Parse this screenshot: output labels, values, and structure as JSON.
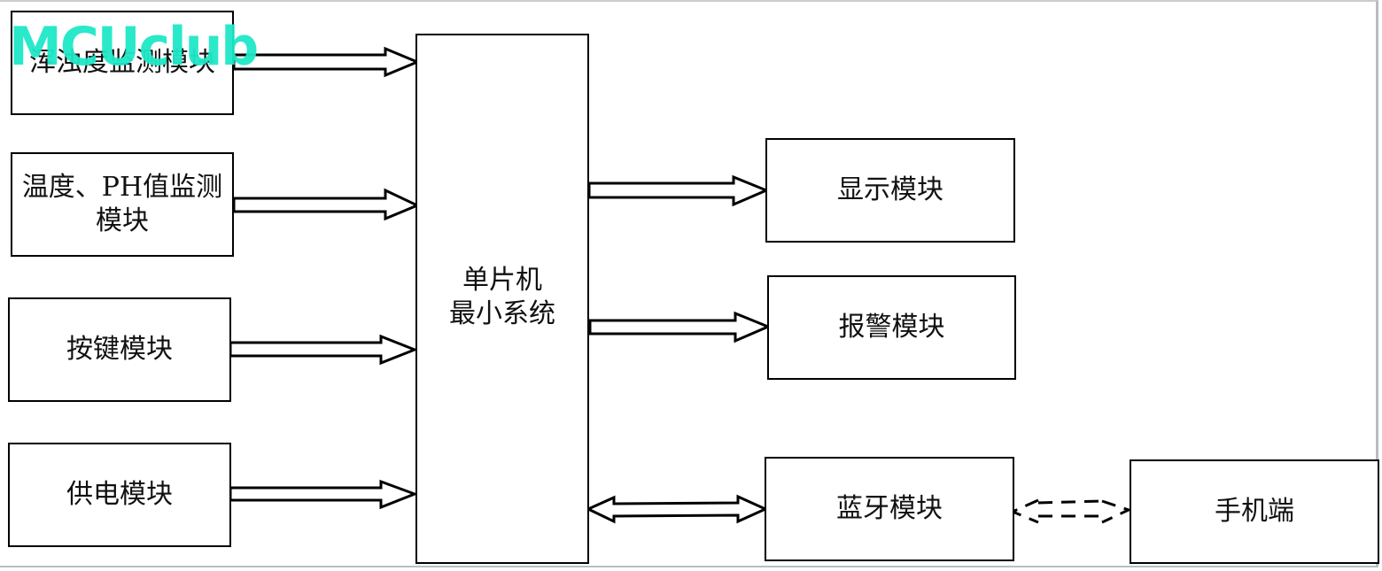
{
  "diagram": {
    "title": "",
    "inputs": [
      {
        "id": "turbidity",
        "label": "浑浊度监测模块"
      },
      {
        "id": "temp_ph",
        "label": "温度、PH值监测\n模块"
      },
      {
        "id": "keys",
        "label": "按键模块"
      },
      {
        "id": "power",
        "label": "供电模块"
      }
    ],
    "controller": {
      "id": "mcu",
      "label": "单片机\n最小系统"
    },
    "outputs": [
      {
        "id": "display",
        "label": "显示模块"
      },
      {
        "id": "alarm",
        "label": "报警模块"
      },
      {
        "id": "bluetooth",
        "label": "蓝牙模块"
      }
    ],
    "remote": {
      "id": "phone",
      "label": "手机端"
    },
    "connections": [
      {
        "from": "turbidity",
        "to": "mcu",
        "style": "hollow-arrow",
        "direction": "one-way"
      },
      {
        "from": "temp_ph",
        "to": "mcu",
        "style": "hollow-arrow",
        "direction": "one-way"
      },
      {
        "from": "keys",
        "to": "mcu",
        "style": "hollow-arrow",
        "direction": "one-way"
      },
      {
        "from": "power",
        "to": "mcu",
        "style": "hollow-arrow",
        "direction": "one-way"
      },
      {
        "from": "mcu",
        "to": "display",
        "style": "hollow-arrow",
        "direction": "one-way"
      },
      {
        "from": "mcu",
        "to": "alarm",
        "style": "hollow-arrow",
        "direction": "one-way"
      },
      {
        "from": "mcu",
        "to": "bluetooth",
        "style": "hollow-arrow",
        "direction": "two-way"
      },
      {
        "from": "bluetooth",
        "to": "phone",
        "style": "dashed-hollow-arrow",
        "direction": "two-way"
      }
    ]
  },
  "watermark": {
    "text": "MCUclub",
    "color": "#1ee8c8"
  }
}
